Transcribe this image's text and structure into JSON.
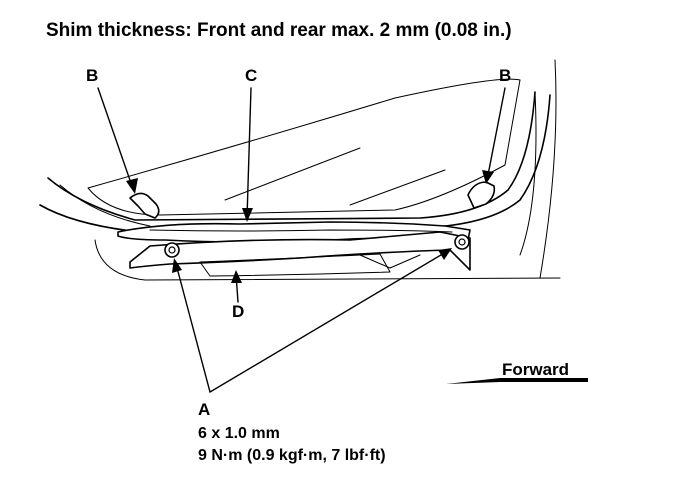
{
  "title": "Shim thickness:  Front and rear max. 2 mm (0.08 in.)",
  "labels": {
    "b_left": "B",
    "c": "C",
    "b_right": "B",
    "d": "D",
    "a": "A"
  },
  "forward_label": "Forward",
  "spec": {
    "bolt_size": "6 x 1.0 mm",
    "torque": "9 N·m (0.9 kgf·m, 7 lbf·ft)"
  }
}
